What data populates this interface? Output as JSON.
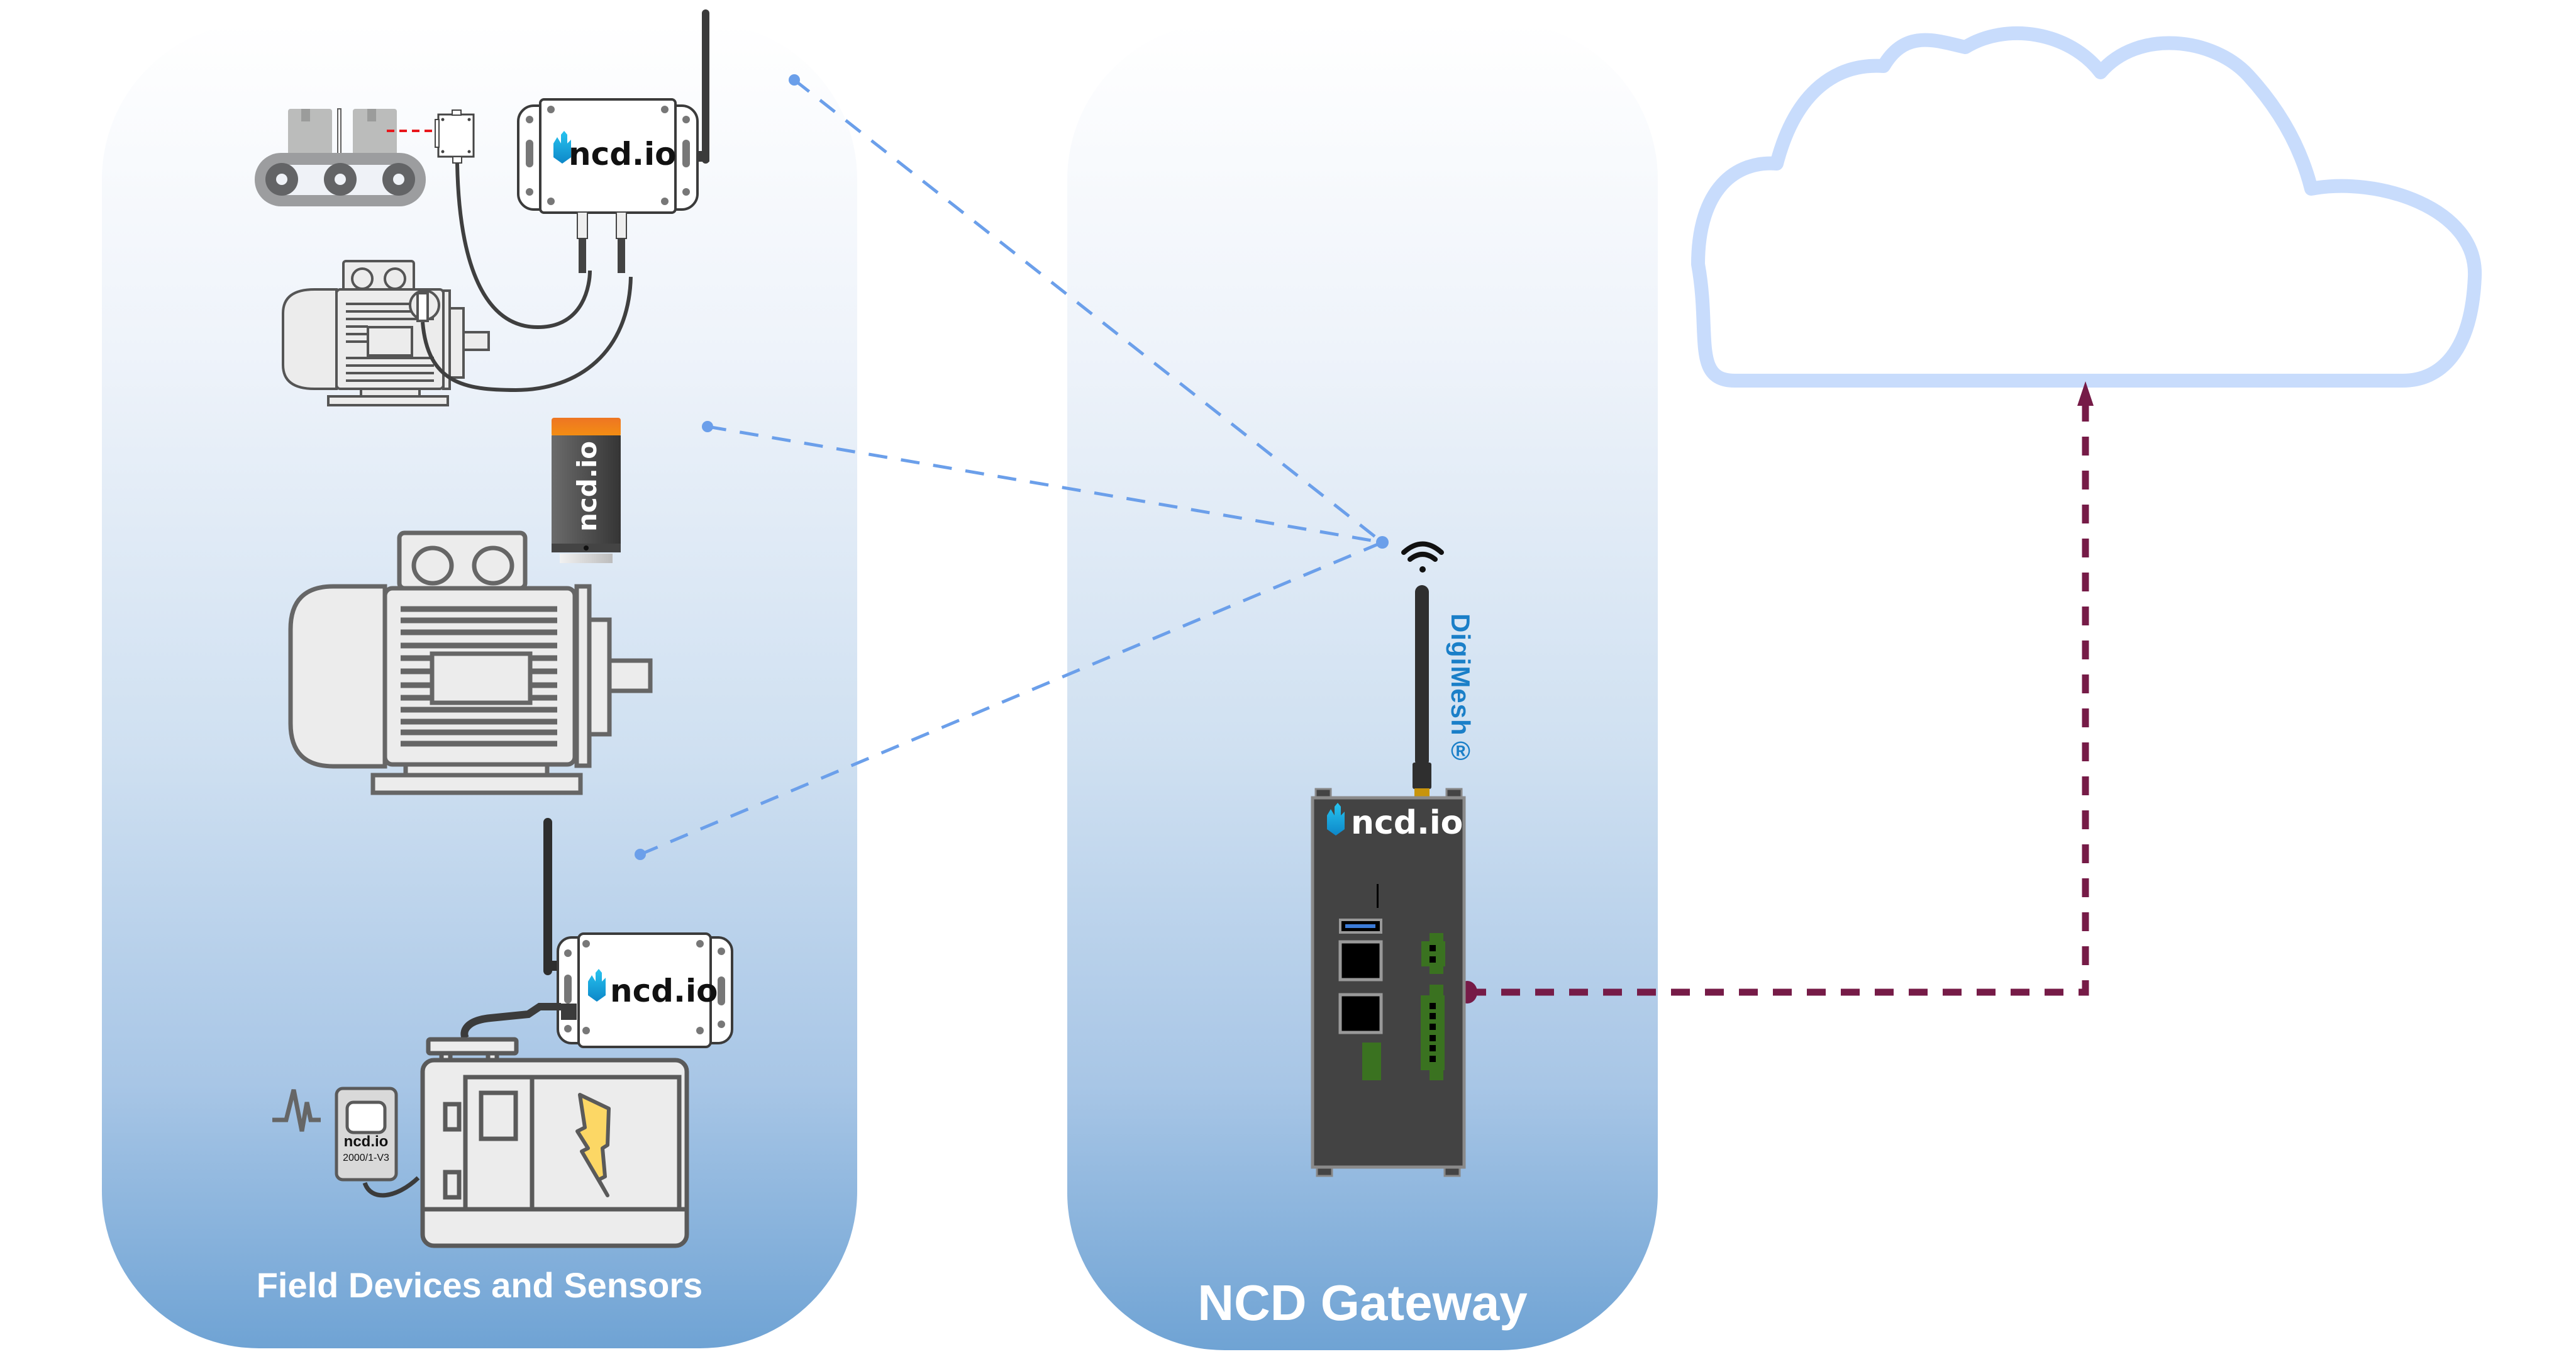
{
  "panels": {
    "field": {
      "label": "Field Devices and Sensors"
    },
    "gateway": {
      "label": "NCD Gateway"
    }
  },
  "protocol_label": "DigiMesh®",
  "devices": {
    "top_sensor_logo": "ncd.io",
    "vibration_sensor_logo": "ncd.io",
    "bottom_sensor_logo": "ncd.io",
    "gateway_logo": "ncd.io",
    "ct_clamp": {
      "brand": "ncd.io",
      "model": "2000/1-V3"
    }
  },
  "icons": {
    "wifi": "wifi-icon",
    "cloud": "cloud-icon",
    "lightning": "lightning-icon"
  },
  "colors": {
    "wireless_link": "#6b9fea",
    "cloud_link": "#761b47",
    "cloud_outline": "#c8dcfc",
    "digimesh_text": "#1a7fc8",
    "sensor_orange": "#f0821c",
    "terminal_green": "#3a7220",
    "gateway_body": "#434343"
  }
}
